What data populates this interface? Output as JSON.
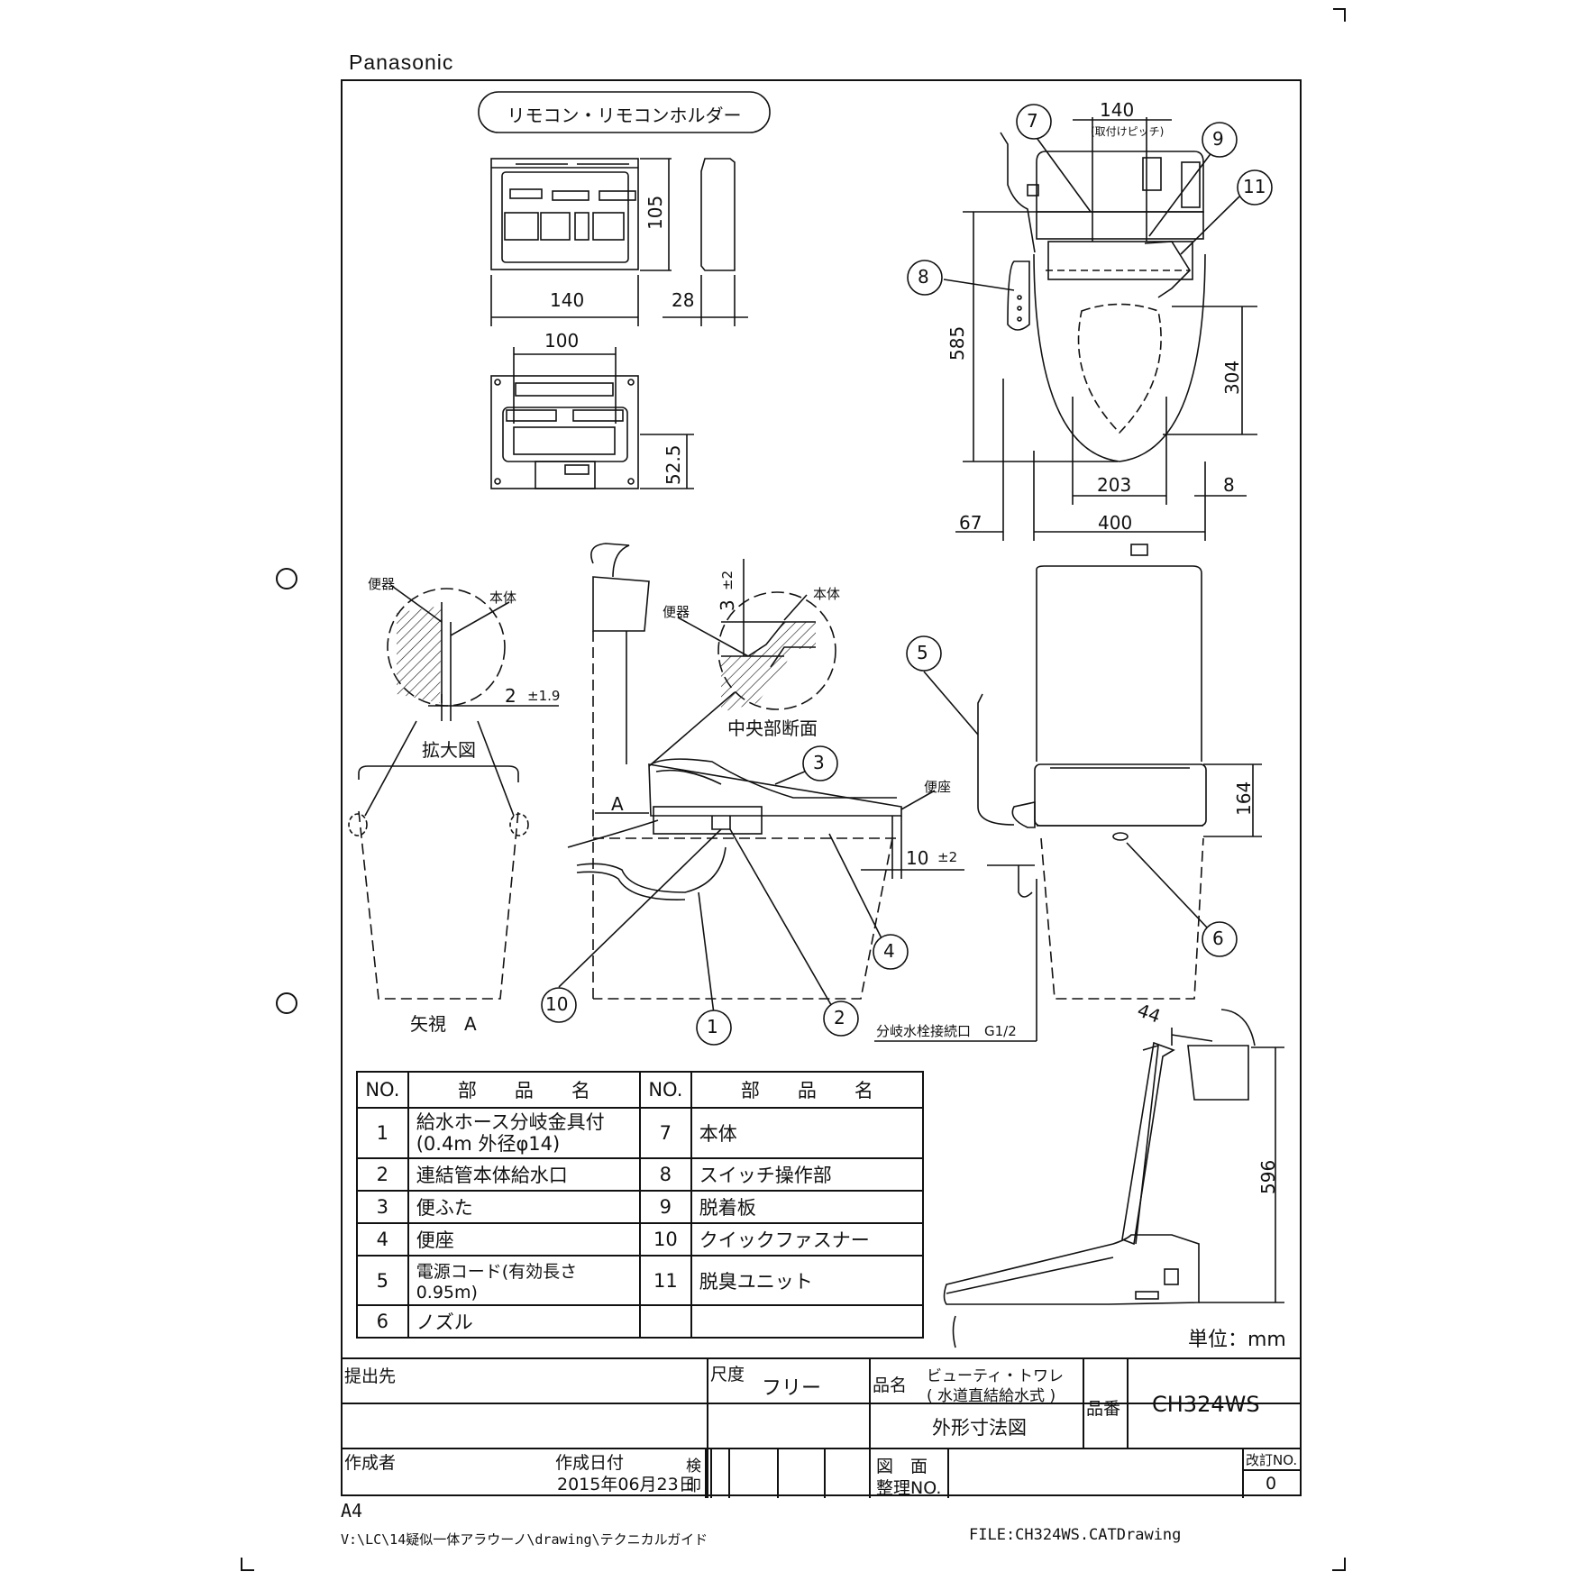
{
  "header": {
    "brand": "Panasonic"
  },
  "remote": {
    "title": "リモコン・リモコンホルダー",
    "dims": {
      "width": "140",
      "height": "105",
      "depth": "28",
      "holder_pitch": "100",
      "holder_height": "52.5"
    }
  },
  "top_view": {
    "dims": {
      "pitch": "140",
      "pitch_note": "(取付けピッチ)",
      "length": "585",
      "opening": "304",
      "width_inner": "203",
      "side": "8",
      "left": "67",
      "width": "400"
    },
    "callouts": [
      "7",
      "9",
      "11",
      "8"
    ]
  },
  "detail_left": {
    "toilet_label": "便器",
    "body_label": "本体",
    "gap": "2",
    "gap_tol": "±1.9",
    "caption": "拡大図"
  },
  "detail_center": {
    "toilet_label": "便器",
    "body_label": "本体",
    "dim": "3",
    "tol": "±2",
    "caption": "中央部断面"
  },
  "side_view": {
    "arrow_label": "A",
    "seat_label": "便座",
    "gap": "10",
    "gap_tol": "±2",
    "callouts": [
      "3",
      "4",
      "10",
      "1",
      "2"
    ]
  },
  "view_a": {
    "caption": "矢視　A"
  },
  "front_view": {
    "height": "164",
    "callouts": [
      "5",
      "6"
    ],
    "connection_note": "分岐水栓接続口　G1/2"
  },
  "open_view": {
    "angle_dim": "44",
    "height": "596"
  },
  "unit_note": "単位：mm",
  "parts_table": {
    "headers": {
      "no": "NO.",
      "name": "部　　品　　名"
    },
    "rows": [
      {
        "no_l": "1",
        "name_l": "給水ホース分岐金具付\n(0.4m 外径φ14)",
        "no_r": "7",
        "name_r": "本体"
      },
      {
        "no_l": "2",
        "name_l": "連結管本体給水口",
        "no_r": "8",
        "name_r": "スイッチ操作部"
      },
      {
        "no_l": "3",
        "name_l": "便ふた",
        "no_r": "9",
        "name_r": "脱着板"
      },
      {
        "no_l": "4",
        "name_l": "便座",
        "no_r": "10",
        "name_r": "クイックファスナー"
      },
      {
        "no_l": "5",
        "name_l": "電源コード(有効長さ0.95m)",
        "no_r": "11",
        "name_r": "脱臭ユニット"
      },
      {
        "no_l": "6",
        "name_l": "ノズル",
        "no_r": "",
        "name_r": ""
      }
    ]
  },
  "title_block": {
    "submit_to": "提出先",
    "scale_label": "尺度",
    "scale_value": "フリー",
    "product_label": "品名",
    "product_name_1": "ビューティ・トワレ",
    "product_name_2": "( 水道直結給水式 )",
    "drawing_title": "外形寸法図",
    "part_no_label": "品番",
    "part_no": "CH324WS",
    "author_label": "作成者",
    "date_label": "作成日付",
    "date_value": "2015年06月23日",
    "check_label_1": "検",
    "check_label_2": "印",
    "drawing_no_label_1": "図　面",
    "drawing_no_label_2": "整理NO.",
    "rev_label": "改訂NO.",
    "rev_value": "0"
  },
  "footer": {
    "paper": "A4",
    "path": "V:\\LC\\14疑似一体アラウーノ\\drawing\\テクニカルガイド",
    "file": "FILE:CH324WS.CATDrawing"
  }
}
